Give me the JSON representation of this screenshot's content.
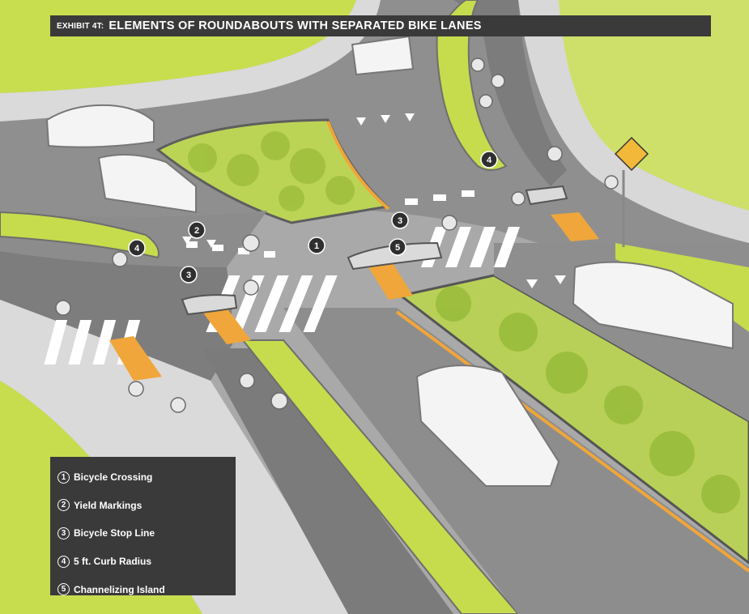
{
  "title": {
    "exhibit": "EXHIBIT 4T:",
    "text": "ELEMENTS OF ROUNDABOUTS WITH SEPARATED BIKE LANES"
  },
  "legend": [
    {
      "num": "1",
      "label": "Bicycle Crossing"
    },
    {
      "num": "2",
      "label": "Yield Markings"
    },
    {
      "num": "3",
      "label": "Bicycle Stop Line"
    },
    {
      "num": "4",
      "label": "5 ft. Curb Radius"
    },
    {
      "num": "5",
      "label": "Channelizing Island"
    }
  ],
  "markers": {
    "m1": "1",
    "m2": "2",
    "m3a": "3",
    "m3b": "3",
    "m4a": "4",
    "m4b": "4",
    "m5": "5"
  },
  "colors": {
    "road": "#8e8e8e",
    "grass": "#c7dc4e",
    "planting": "#b9d058",
    "sidewalk": "#dcdcdc",
    "crosswalk_buffer": "#f0a63a",
    "legend_bg": "#3a3a3a"
  }
}
